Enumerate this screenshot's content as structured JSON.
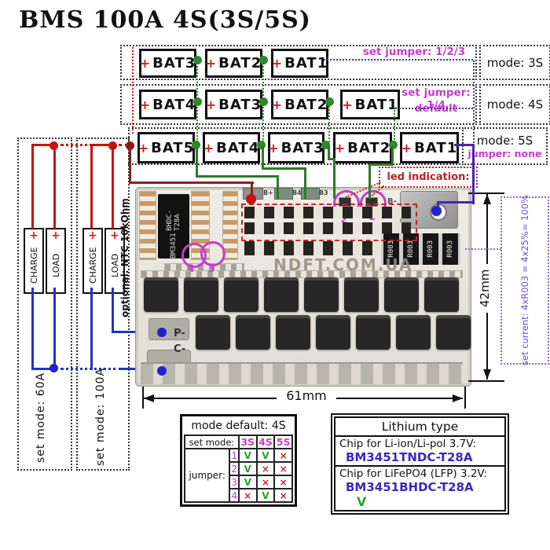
{
  "title": "BMS 100A 4S(3S/5S)",
  "plus": "+",
  "rows": {
    "r1": {
      "bats": [
        "BAT3",
        "BAT2",
        "BAT1"
      ],
      "note": "set jumper: 1/2/3",
      "mode": "mode: 3S"
    },
    "r2": {
      "bats": [
        "BAT4",
        "BAT3",
        "BAT2",
        "BAT1"
      ],
      "note": "set jumper: 1/4",
      "note2": "default",
      "mode": "mode: 4S"
    },
    "r3": {
      "bats": [
        "BAT5",
        "BAT4",
        "BAT3",
        "BAT2",
        "BAT1"
      ],
      "mode": "mode: 5S",
      "note": "jumper: none"
    }
  },
  "panels": {
    "charge": "CHARGE",
    "load": "LOAD",
    "p1": "set mode: 60A",
    "p2": "set mode: 100A"
  },
  "board": {
    "ntc": "optional: NTC 10kOhm",
    "chip1": "BM3451",
    "chip2": "BHDC-T28A",
    "watermark": "NDFT.COM.UA",
    "bplus": "B+",
    "b4": "B4",
    "b3": "B3",
    "bminus": "B-",
    "pminus": "P-",
    "cminus": "C-",
    "res": "R003",
    "led_note": "led indication:",
    "led1": "1",
    "led2": "2",
    "j3": "3",
    "j4": "4"
  },
  "dims": {
    "w": "61mm",
    "h": "42mm",
    "current": "set current: 4xR003 = 4x25%= 100%"
  },
  "mode_table": {
    "header": "mode default: 4S",
    "set_mode": "set mode:",
    "modes": [
      "3S",
      "4S",
      "5S"
    ],
    "jumper": "jumper:",
    "nums": [
      "1",
      "2",
      "3",
      "4"
    ],
    "marks": [
      [
        "V",
        "V",
        "×"
      ],
      [
        "V",
        "×",
        "×"
      ],
      [
        "V",
        "×",
        "×"
      ],
      [
        "×",
        "V",
        "×"
      ]
    ]
  },
  "lithium": {
    "header": "Lithium type",
    "r1d": "Chip for Li-ion/Li-pol 3.7V:",
    "r1c": "BM3451TNDC-T28A",
    "r2d": "Chip for LiFePO4 (LFP) 3.2V:",
    "r2c": "BM3451BHDC-T28A",
    "check": "V"
  },
  "colors": {
    "magenta": "#c73ec7",
    "green": "#2c8a2c",
    "red": "#cc2222",
    "blue": "#2233cc",
    "purple": "#4326b4",
    "chip_blue": "#3a28c0",
    "dark_red": "#8b1f1f"
  }
}
